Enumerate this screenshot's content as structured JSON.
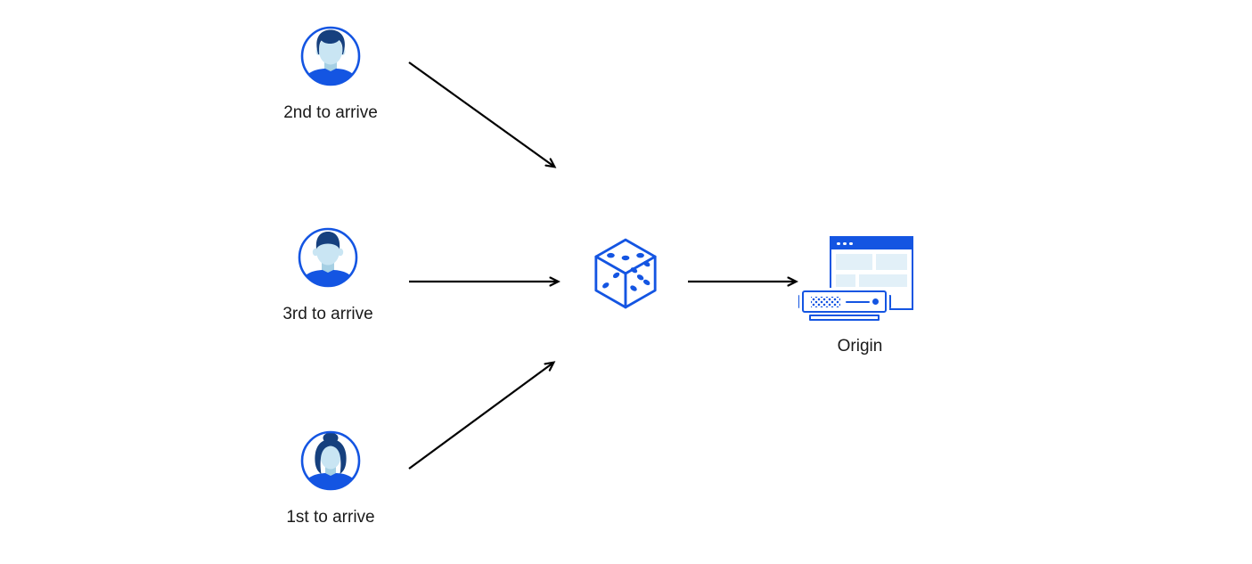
{
  "clients": [
    {
      "id": "client-2nd",
      "label": "2nd to arrive",
      "icon": "male-avatar-wavy-hair-icon"
    },
    {
      "id": "client-3rd",
      "label": "3rd to arrive",
      "icon": "male-avatar-flat-hair-icon"
    },
    {
      "id": "client-1st",
      "label": "1st to arrive",
      "icon": "female-avatar-bun-icon"
    }
  ],
  "randomizer": {
    "icon": "dice-icon",
    "visible_faces": {
      "top_dots": 3,
      "left_dots": 2,
      "right_dots": 5
    }
  },
  "origin": {
    "label": "Origin",
    "icon": "origin-server-icon"
  },
  "edges": [
    {
      "from": "client-2nd",
      "to": "randomizer"
    },
    {
      "from": "client-3rd",
      "to": "randomizer"
    },
    {
      "from": "client-1st",
      "to": "randomizer"
    },
    {
      "from": "randomizer",
      "to": "origin"
    }
  ],
  "colors": {
    "primary_blue": "#1455E2",
    "dark_navy_hair": "#16407E",
    "face_light_blue": "#C9E5F3",
    "face_shadow": "#A6D0E4",
    "panel_light_blue": "#E2F0F8",
    "arrow_black": "#000000",
    "text_color": "#1A1A1A",
    "background": "#FFFFFF"
  }
}
